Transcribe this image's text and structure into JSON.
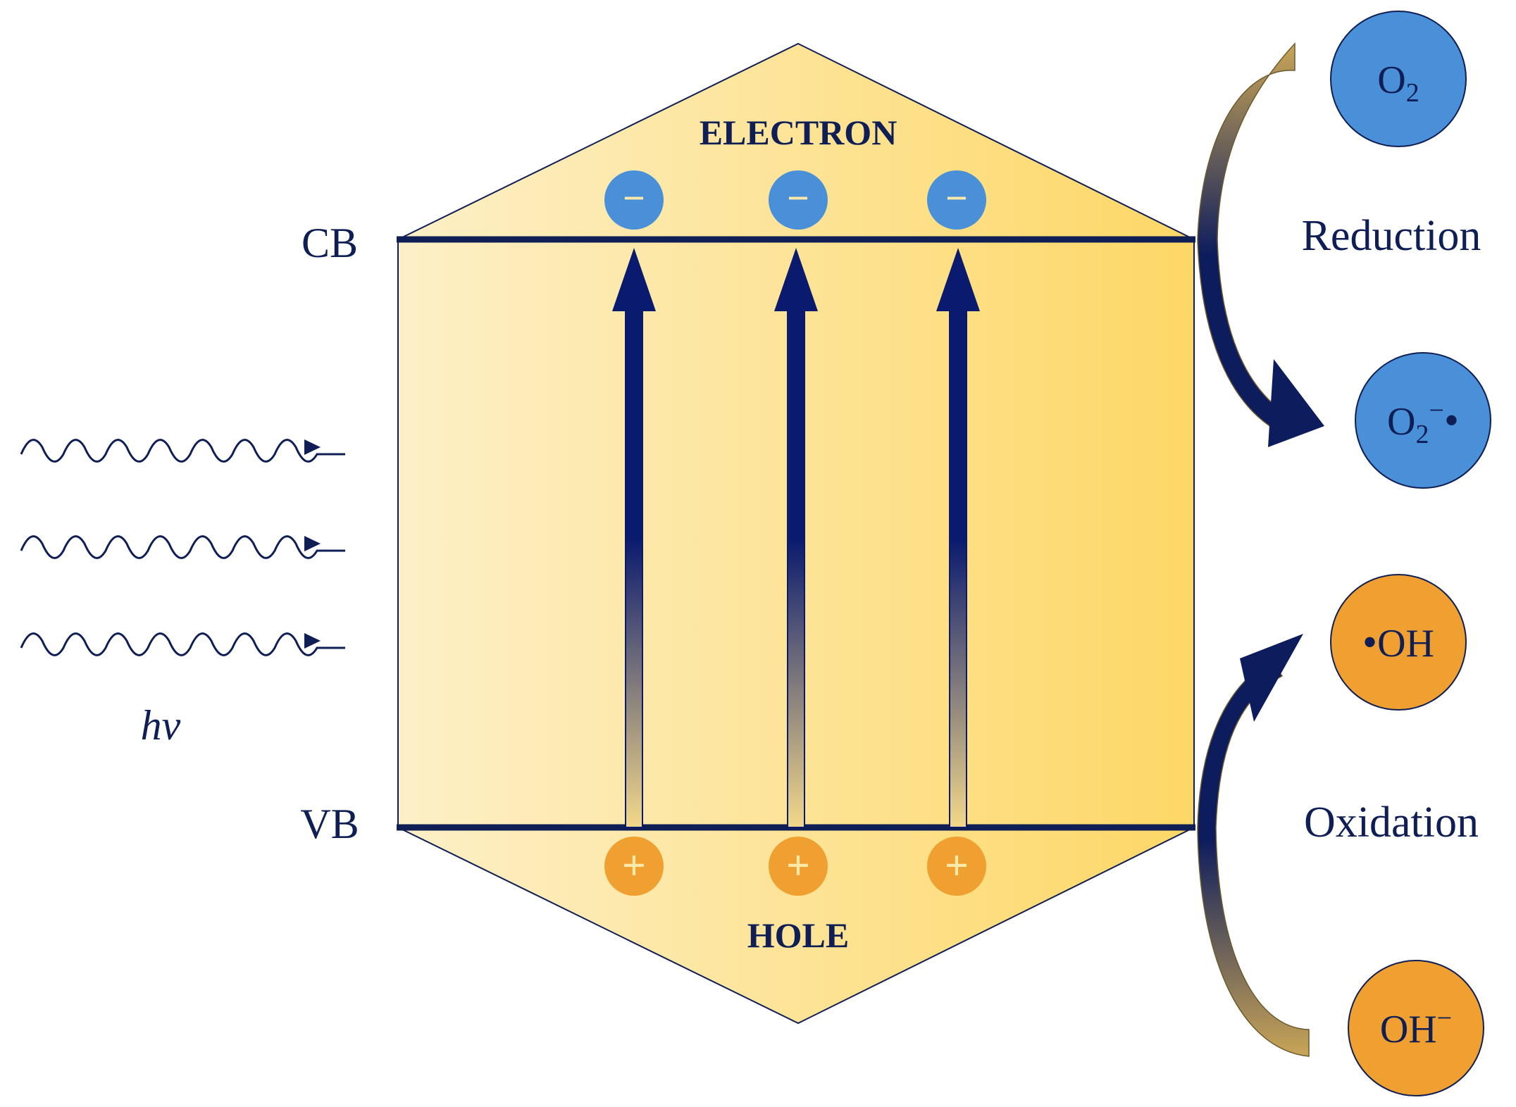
{
  "labels": {
    "cb": "CB",
    "vb": "VB",
    "electron": "ELECTRON",
    "hole": "HOLE",
    "light": "hv",
    "reduction": "Reduction",
    "oxidation": "Oxidation"
  },
  "molecules": {
    "o2": {
      "base": "O",
      "sub": "2"
    },
    "superoxide": {
      "base": "O",
      "sub": "2",
      "sup": "−",
      "radical": "•"
    },
    "hydroxyl_radical": {
      "radical": "•",
      "base": "OH"
    },
    "hydroxide": {
      "base": "OH",
      "sup": "−"
    }
  },
  "charges": {
    "electron_sign": "−",
    "hole_sign": "+"
  },
  "colors": {
    "navy": "#0f1f55",
    "dark_navy": "#0a1a5c",
    "crystal_light": "#fdf0c8",
    "crystal_dark": "#fdd766",
    "electron_blue": "#4a90d9",
    "hole_orange": "#f0a030",
    "arrow_tan": "#c8a050"
  },
  "icons": [
    "wavy-light-icon",
    "excitation-arrow-icon",
    "electron-icon",
    "hole-icon",
    "curved-arrow-icon"
  ]
}
